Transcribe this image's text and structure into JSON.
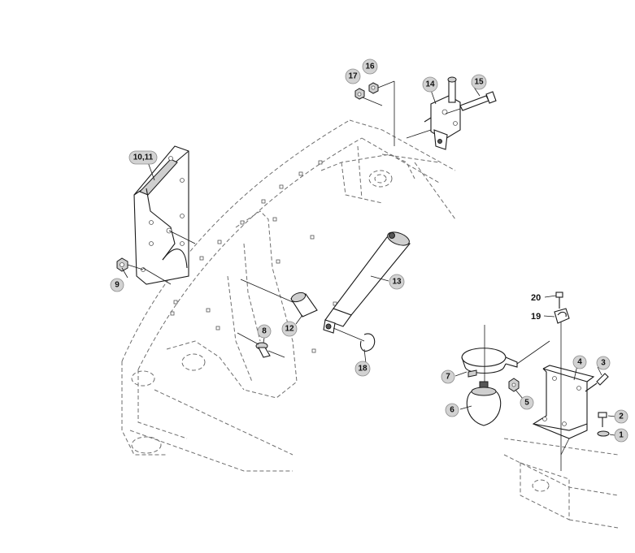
{
  "diagram": {
    "callouts": [
      {
        "id": "c1",
        "label": "1"
      },
      {
        "id": "c2",
        "label": "2"
      },
      {
        "id": "c3",
        "label": "3"
      },
      {
        "id": "c4",
        "label": "4"
      },
      {
        "id": "c5",
        "label": "5"
      },
      {
        "id": "c6",
        "label": "6"
      },
      {
        "id": "c7",
        "label": "7"
      },
      {
        "id": "c8",
        "label": "8"
      },
      {
        "id": "c9",
        "label": "9"
      },
      {
        "id": "c1011",
        "label": "10,11"
      },
      {
        "id": "c12",
        "label": "12"
      },
      {
        "id": "c13",
        "label": "13"
      },
      {
        "id": "c14",
        "label": "14"
      },
      {
        "id": "c15",
        "label": "15"
      },
      {
        "id": "c16",
        "label": "16"
      },
      {
        "id": "c17",
        "label": "17"
      },
      {
        "id": "c18",
        "label": "18"
      },
      {
        "id": "c19",
        "label": "19"
      },
      {
        "id": "c20",
        "label": "20"
      }
    ]
  }
}
